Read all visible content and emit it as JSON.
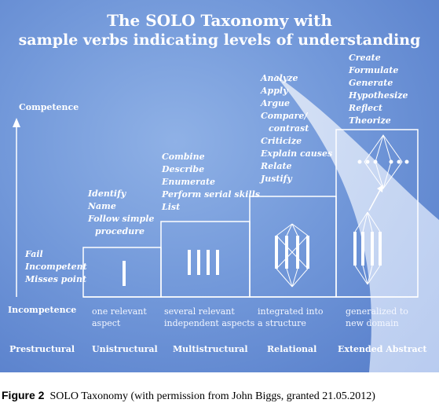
{
  "title": {
    "line1": "The SOLO Taxonomy with",
    "line2": "sample verbs indicating levels of understanding"
  },
  "axis": {
    "top_label": "Competence",
    "bottom_label": "Incompetence"
  },
  "levels": [
    {
      "name": "Prestructural",
      "description": [],
      "verbs": [
        "Fail",
        "Incompetent",
        "Misses point"
      ]
    },
    {
      "name": "Unistructural",
      "description": [
        "one relevant",
        "aspect"
      ],
      "verbs": [
        "Identify",
        "Name",
        "Follow simple",
        "procedure"
      ]
    },
    {
      "name": "Multistructural",
      "description": [
        "several relevant",
        "independent aspects"
      ],
      "verbs": [
        "Combine",
        "Describe",
        "Enumerate",
        "Perform serial skills",
        "List"
      ]
    },
    {
      "name": "Relational",
      "description": [
        "integrated into",
        "a structure"
      ],
      "verbs": [
        "Analyze",
        "Apply",
        "Argue",
        "Compare/",
        "contrast",
        "Criticize",
        "Explain causes",
        "Relate",
        "Justify"
      ]
    },
    {
      "name": "Extended Abstract",
      "description": [
        "generalized to",
        "new domain"
      ],
      "verbs": [
        "Create",
        "Formulate",
        "Generate",
        "Hypothesize",
        "Reflect",
        "Theorize"
      ]
    }
  ],
  "caption": {
    "label": "Figure 2",
    "text": "SOLO Taxonomy (with permission from John Biggs, granted 21.05.2012)"
  },
  "colors": {
    "background": "#6e93d6",
    "line": "#ffffff"
  }
}
